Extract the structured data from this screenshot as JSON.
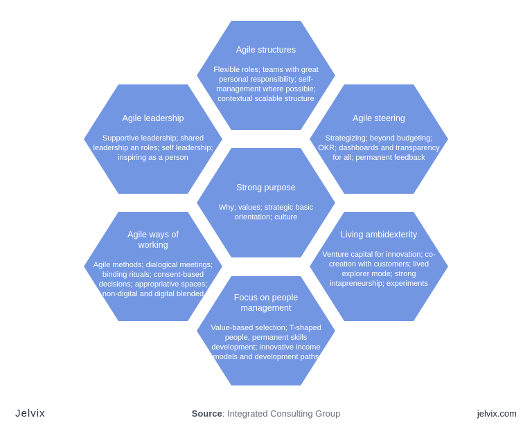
{
  "hexagons": [
    {
      "id": "agile-structures",
      "title": "Agile structures",
      "body": "Flexible roles; teams with great personal responsibility; self-management where possible; contextual scalable structure"
    },
    {
      "id": "agile-leadership",
      "title": "Agile leadership",
      "body": "Supportive leadership; shared leadership an roles; self leadership; inspiring as a person"
    },
    {
      "id": "agile-steering",
      "title": "Agile steering",
      "body": "Strategizing; beyond budgeting; OKR; dashboards and transparency for all; permanent feedback"
    },
    {
      "id": "strong-purpose",
      "title": "Strong purpose",
      "body": "Why; values; strategic basic orientation; culture"
    },
    {
      "id": "agile-ways-of-working",
      "title": "Agile ways of working",
      "body": "Agile methods; dialogical meetings; binding rituals; consent-based decisions; appropriative spaces; non-digital and digital blended"
    },
    {
      "id": "living-ambidexterity",
      "title": "Living ambidexterity",
      "body": "Venture capital for innovation; co-creation with customers; lived explorer mode; strong intapreneurship; experiments"
    },
    {
      "id": "focus-on-people-management",
      "title": "Focus on people management",
      "body": "Value-based selection; T-shaped people, permanent skills development; innovative income models and development paths"
    }
  ],
  "footer": {
    "logo": "Jelvix",
    "source_label": "Source",
    "source_text": ": Integrated Consulting Group",
    "site": "jelvix.com"
  },
  "colors": {
    "hex_fill": "#7396e2",
    "hex_text": "#ffffff"
  }
}
